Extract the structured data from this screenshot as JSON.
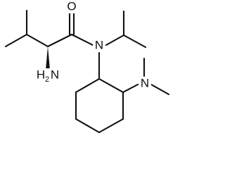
{
  "structure": {
    "atom_labels": {
      "oxygen": "O",
      "amide_nitrogen": "N",
      "amine_group": "H",
      "amine_group_subscript": "2",
      "amine_group_atom": "N",
      "dimethylamino_nitrogen": "N"
    }
  },
  "colors": {
    "bond": "#111111",
    "background": "#ffffff"
  }
}
